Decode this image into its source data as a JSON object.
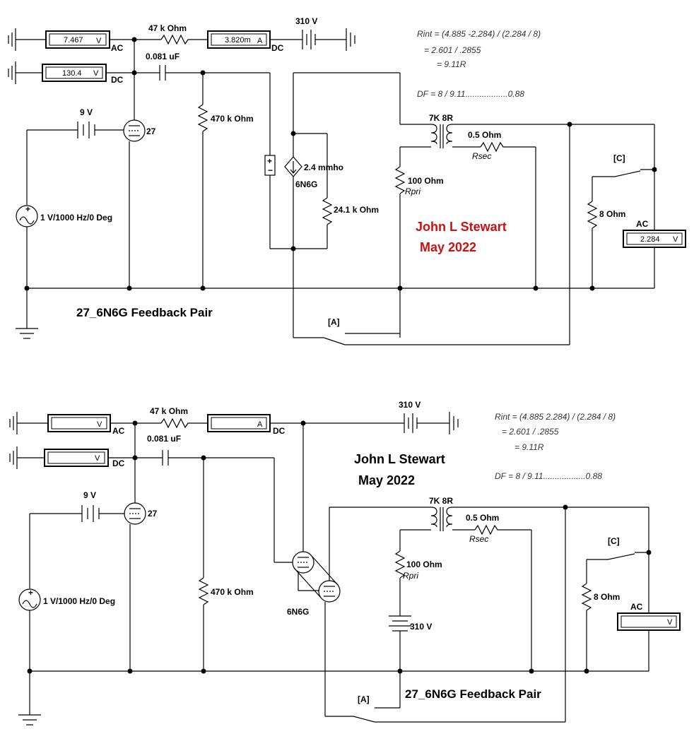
{
  "top": {
    "meter_ac": {
      "value": "7.467",
      "unit": "V",
      "mode": "AC"
    },
    "meter_dc_v": {
      "value": "130.4",
      "unit": "V",
      "mode": "DC"
    },
    "meter_dc_a": {
      "value": "3.820m",
      "unit": "A",
      "mode": "DC"
    },
    "r_load": "47 k Ohm",
    "cap": "0.081 uF",
    "supply": "310 V",
    "bias": "9 V",
    "tube1": "27",
    "r_grid": "470 k Ohm",
    "gm": "2.4 mmho",
    "tube2": "6N6G",
    "r_plate": "24.1 k Ohm",
    "xfmr": "7K 8R",
    "rsec_val": "0.5  Ohm",
    "rsec": "Rsec",
    "rpri_val": "100  Ohm",
    "rpri": "Rpri",
    "switch_c": "[C]",
    "r_spk": "8  Ohm",
    "meter_out": {
      "value": "2.284",
      "unit": "V",
      "mode": "AC"
    },
    "source": "1 V/1000 Hz/0 Deg",
    "switch_a": "[A]",
    "title": "27_6N6G Feedback Pair",
    "author": "John L Stewart",
    "date": "May 2022",
    "eq1": "Rint = (4.885 -2.284) / (2.284 / 8)",
    "eq2": "= 2.601 / .2855",
    "eq3": "= 9.11R",
    "eq4": "DF = 8 / 9.11..................0.88"
  },
  "bottom": {
    "meter_ac": {
      "value": "",
      "unit": "V",
      "mode": "AC"
    },
    "meter_dc_v": {
      "value": "",
      "unit": "V",
      "mode": "DC"
    },
    "meter_dc_a": {
      "value": "",
      "unit": "A",
      "mode": "DC"
    },
    "r_load": "47 k Ohm",
    "cap": "0.081 uF",
    "supply": "310 V",
    "supply2": "310 V",
    "bias": "9 V",
    "tube1": "27",
    "r_grid": "470 k Ohm",
    "tube2": "6N6G",
    "xfmr": "7K 8R",
    "rsec_val": "0.5  Ohm",
    "rsec": "Rsec",
    "rpri_val": "100  Ohm",
    "rpri": "Rpri",
    "switch_c": "[C]",
    "r_spk": "8  Ohm",
    "meter_out": {
      "value": "",
      "unit": "V",
      "mode": "AC"
    },
    "source": "1 V/1000 Hz/0 Deg",
    "switch_a": "[A]",
    "title": "27_6N6G Feedback Pair",
    "author": "John L Stewart",
    "date": "May 2022",
    "eq1": "Rint = (4.885 2.284) / (2.284 / 8)",
    "eq2": "= 2.601 / .2855",
    "eq3": "= 9.11R",
    "eq4": "DF = 8 / 9.11..................0.88"
  }
}
